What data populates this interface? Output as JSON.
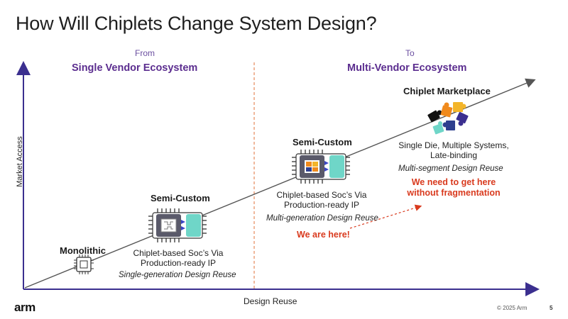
{
  "title": "How Will Chiplets Change System Design?",
  "from_label": "From",
  "to_label": "To",
  "left_ecosystem": "Single Vendor Ecosystem",
  "right_ecosystem": "Multi-Vendor Ecosystem",
  "y_axis_label": "Market Access",
  "x_axis_label": "Design Reuse",
  "monolithic": {
    "label": "Monolithic"
  },
  "semi_custom_1": {
    "title": "Semi-Custom",
    "line1": "Chiplet-based Soc’s Via",
    "line2": "Production-ready IP",
    "reuse": "Single-generation Design Reuse"
  },
  "semi_custom_2": {
    "title": "Semi-Custom",
    "line1": "Chiplet-based Soc’s Via",
    "line2": "Production-ready IP",
    "reuse": "Multi-generation Design Reuse"
  },
  "marketplace": {
    "title": "Chiplet Marketplace",
    "line1": "Single Die, Multiple Systems,",
    "line2": "Late-binding",
    "reuse": "Multi-segment Design Reuse"
  },
  "we_need_line1": "We need to get here",
  "we_need_line2": "without fragmentation",
  "we_are_here": "We are here!",
  "logo": "arm",
  "copyright": "© 2025 Arm",
  "page_number": "5",
  "colors": {
    "axis": "#3b2f8f",
    "ecosystem": "#5b2d8f",
    "divider": "#e0703a",
    "highlight": "#d93a1e",
    "chip_dark": "#5a5a6a",
    "chiplet_teal": "#6fd6c8"
  }
}
